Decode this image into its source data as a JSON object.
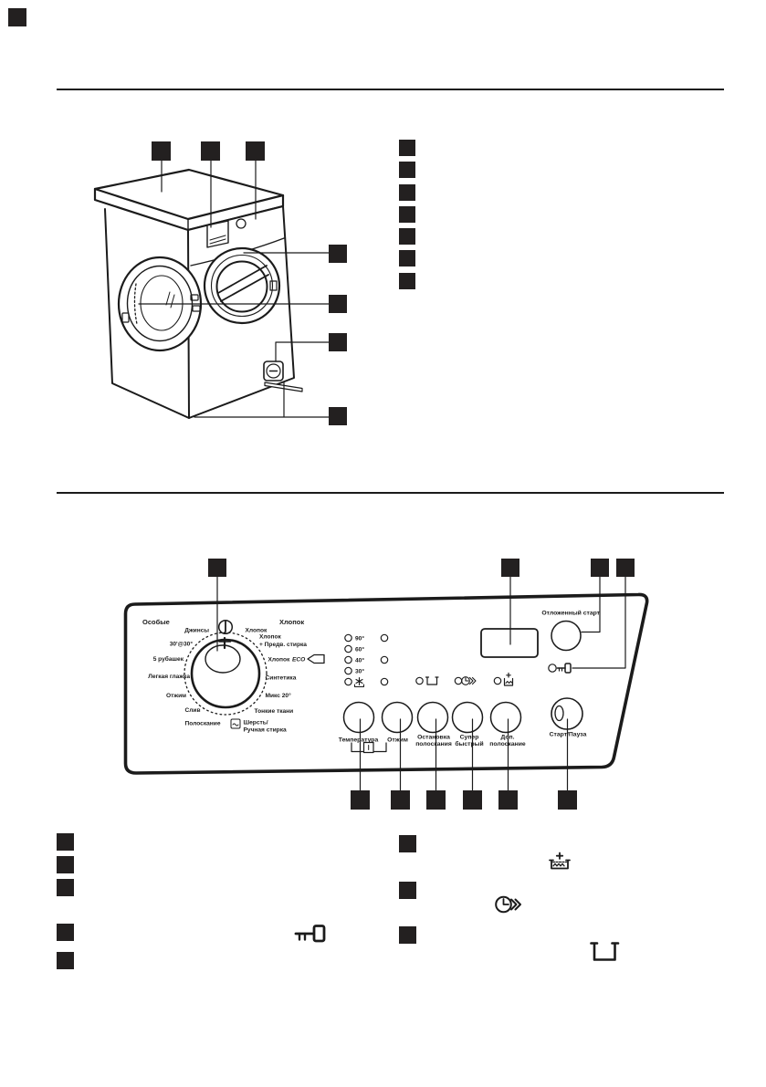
{
  "document": {
    "type": "appliance-manual-page",
    "language": "ru"
  },
  "colors": {
    "ink": "#1b1b1b",
    "marker_fill": "#232020",
    "background": "#ffffff"
  },
  "machine_overview": {
    "top_callout_count": 3,
    "side_callout_count": 4,
    "legend_item_count": 7
  },
  "control_panel": {
    "headers": {
      "special": "Особые",
      "cotton": "Хлопок"
    },
    "dial": {
      "left": {
        "jeans": "Джинсы",
        "quick30": "30'@30°",
        "shirts": "5 рубашек",
        "easy_iron": "Легкая глажка",
        "spin": "Отжим",
        "drain": "Слив",
        "rinse": "Полоскание"
      },
      "right": {
        "cotton": "Хлопок",
        "prewash_line1": "Хлопок",
        "prewash_line2": "+ Предв. стирка",
        "eco_line1": "Хлопок",
        "eco_line2": "ECO",
        "synthetics": "Синтетика",
        "mix": "Микс 20°",
        "delicates": "Тонкие ткани"
      },
      "bottom": {
        "line1": "Шерсть/",
        "line2": "Ручная стирка"
      }
    },
    "temperatures": [
      "90°",
      "60°",
      "40°",
      "30°"
    ],
    "delayed_start_label": "Отложенный старт",
    "buttons": {
      "temperature": "Температура",
      "spin": "Отжим",
      "rinse_hold_line1": "Остановка",
      "rinse_hold_line2": "полоскания",
      "quick_line1": "Супер",
      "quick_line2": "быстрый",
      "extra_line1": "Доп.",
      "extra_line2": "полоскание",
      "start_pause": "Старт/Пауза"
    },
    "icons": {
      "power": "power-icon",
      "cold_wash": "cold-wash-icon",
      "cotton_eco_tag": "tag-arrow-icon",
      "wool": "wool-handwash-icon",
      "rinse_hold": "rinse-hold-tub-icon",
      "super_quick": "clock-quick-icon",
      "extra_rinse": "extra-rinse-plus-tub-icon",
      "child_lock": "key-icon",
      "temp_spin_link": "link-bracket-icon"
    }
  },
  "description_lists": {
    "left_item_count": 5,
    "right_item_count": 3,
    "left_icons": {
      "child_lock": "key-icon"
    },
    "right_icons": {
      "extra_rinse": "extra-rinse-plus-tub-icon",
      "super_quick": "clock-quick-icon",
      "rinse_hold": "rinse-hold-tub-icon"
    }
  }
}
